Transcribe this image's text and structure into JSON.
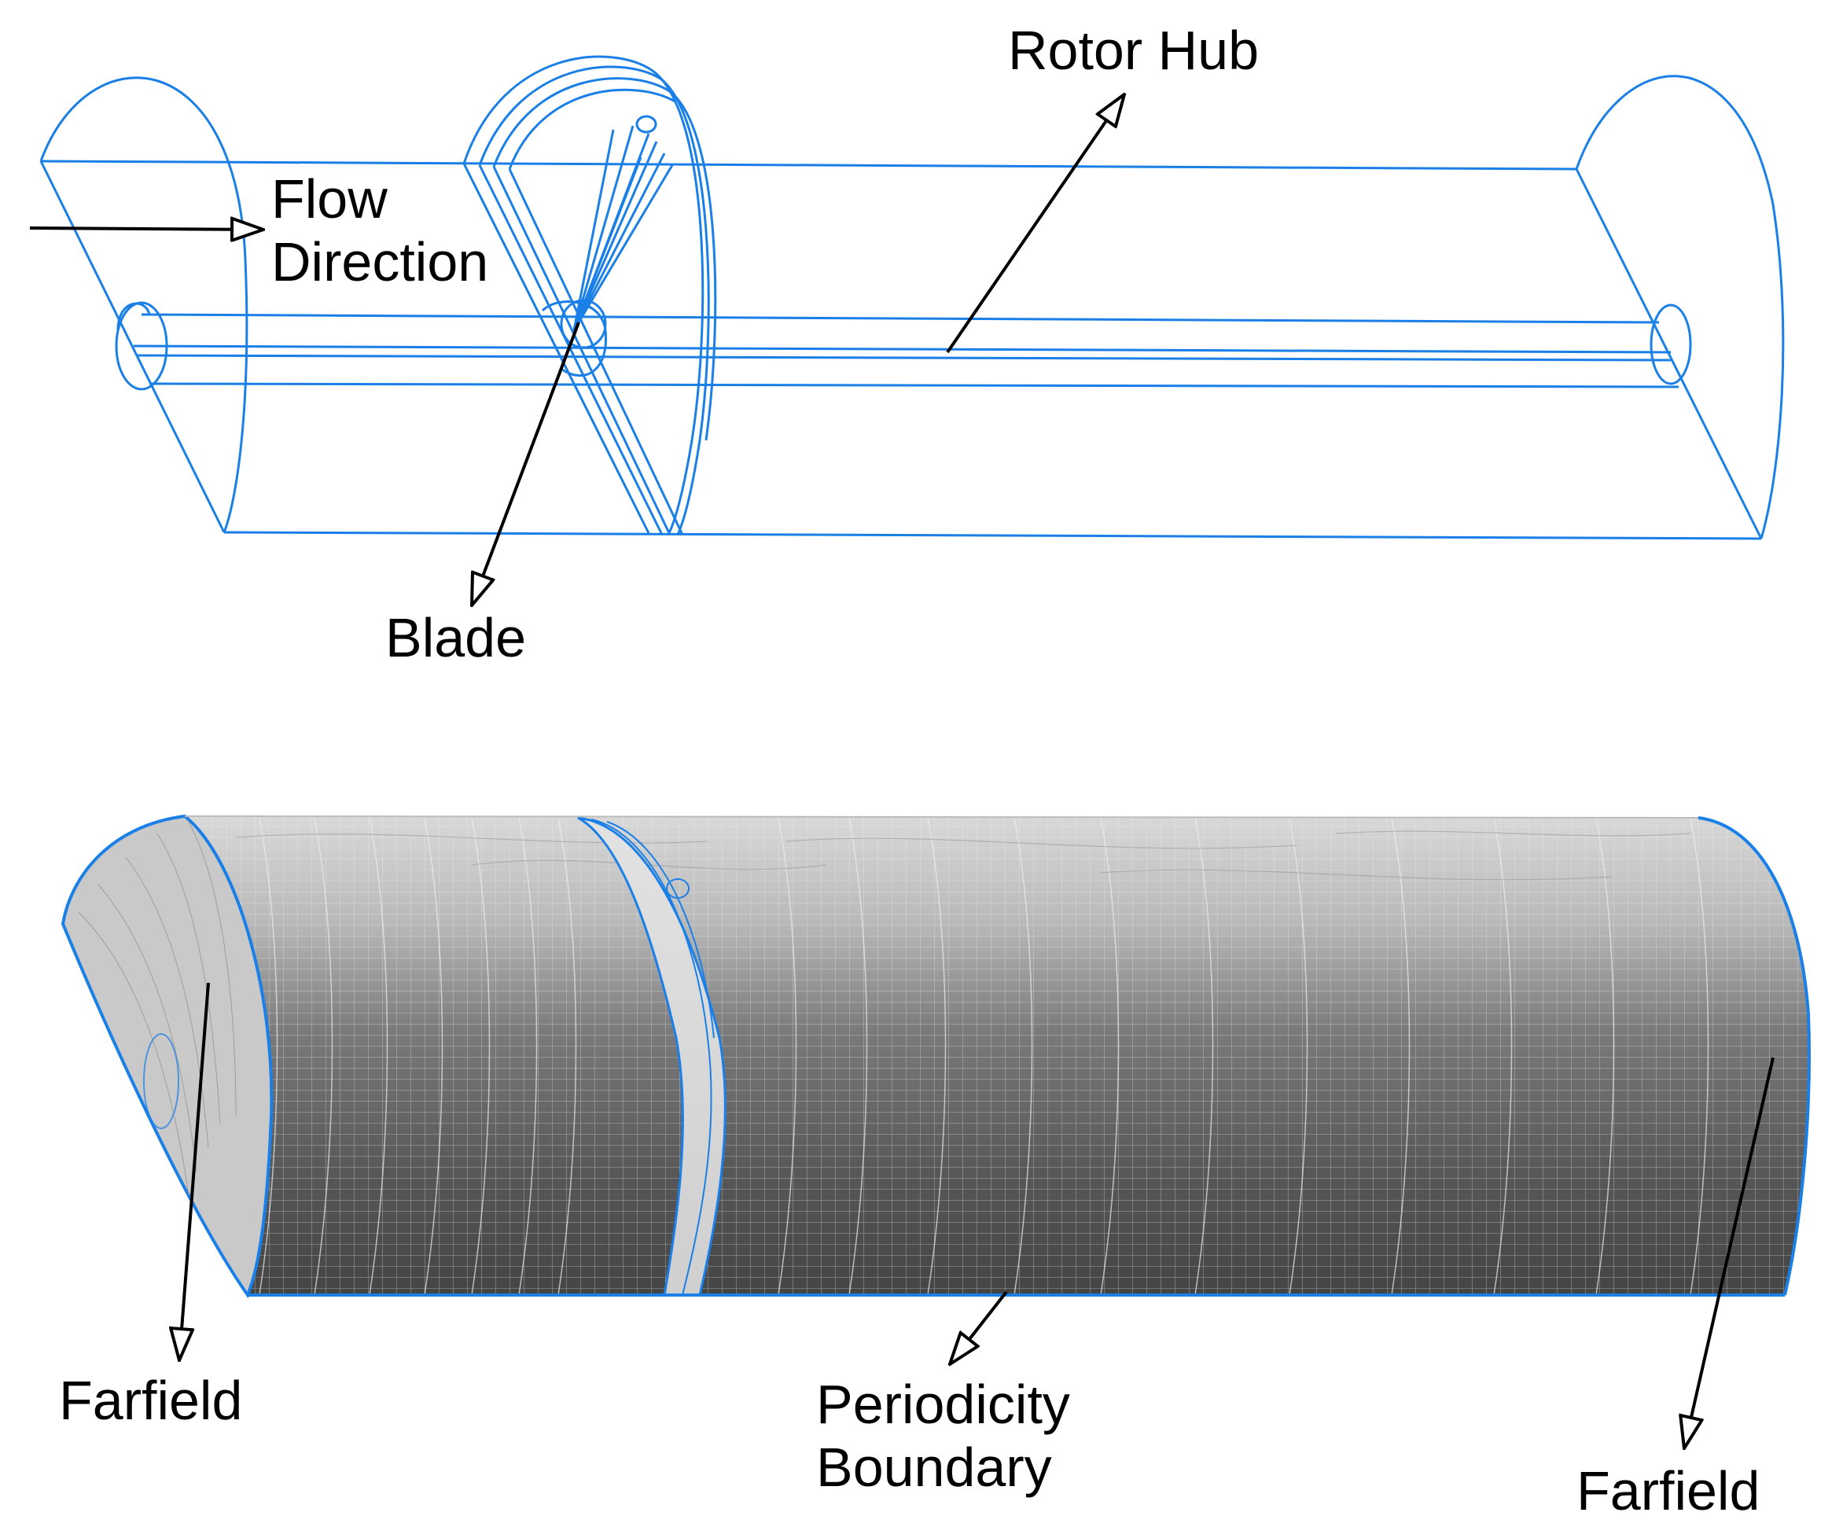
{
  "colors": {
    "wire": "#1a7fe6",
    "arrow": "#000000",
    "mesh_light": "#d2d2d2",
    "mesh_dark": "#4a4a4a",
    "grid_line": "#f2f2f2"
  },
  "labels": {
    "rotor_hub": "Rotor Hub",
    "flow_line1": "Flow",
    "flow_line2": "Direction",
    "blade": "Blade",
    "farfield_left": "Farfield",
    "periodicity_line1": "Periodicity",
    "periodicity_line2": "Boundary",
    "farfield_right": "Farfield"
  },
  "icons": {
    "arrow_head": "open-triangle-arrowhead"
  }
}
